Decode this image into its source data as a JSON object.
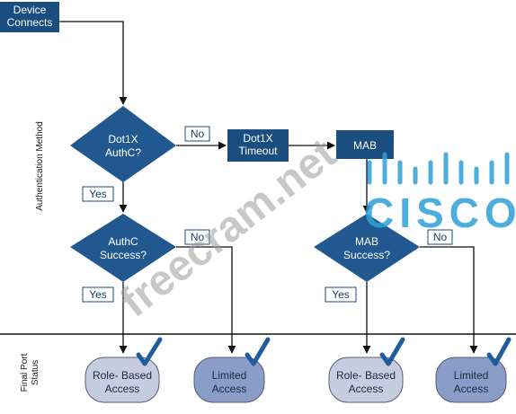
{
  "nodes": {
    "device_connects": [
      "Device",
      "Connects"
    ],
    "dot1x_authc": [
      "Dot1X",
      "AuthC?"
    ],
    "dot1x_timeout": [
      "Dot1X",
      "Timeout"
    ],
    "mab": "MAB",
    "authc_success": [
      "AuthC",
      "Success?"
    ],
    "mab_success": [
      "MAB",
      "Success?"
    ],
    "role_based_1": [
      "Role- Based",
      "Access"
    ],
    "limited_1": [
      "Limited",
      "Access"
    ],
    "role_based_2": [
      "Role- Based",
      "Access"
    ],
    "limited_2": [
      "Limited",
      "Access"
    ]
  },
  "edge_labels": {
    "no_1": "No",
    "yes_1": "Yes",
    "no_2": "No",
    "yes_2": "Yes",
    "no_3": "No",
    "yes_3": "Yes"
  },
  "axis_labels": {
    "authentication_method": "Authentication Method",
    "final_port_status": [
      "Final Port",
      "Status"
    ]
  },
  "watermarks": {
    "freecram": "freecram.net",
    "cisco_logo": "CISCO"
  },
  "colors": {
    "dark_blue": "#1a4e80",
    "diamond_blue": "#21588f",
    "pill_light": "#c6cde0",
    "pill_dark": "#8a9cc8",
    "check": "#1f5c9c",
    "label_border": "#1a4e80",
    "cisco": "#2ea1d8"
  }
}
